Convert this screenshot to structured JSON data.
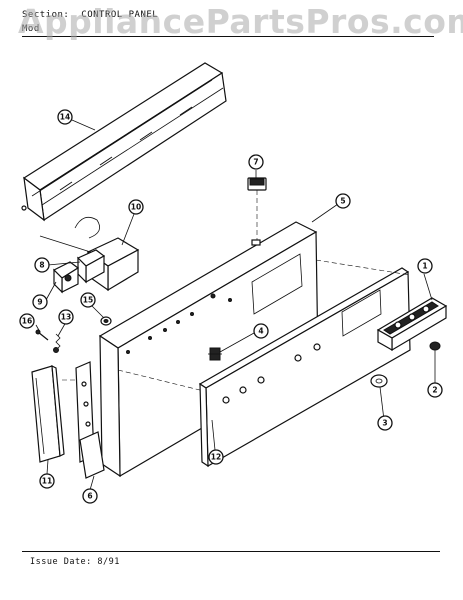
{
  "header": {
    "section_label": "Section:",
    "section_value": "CONTROL PANEL",
    "model_label": "Mod",
    "model_value": ""
  },
  "watermark": "AppliancePartsPros.com",
  "footer": {
    "issue_date": "Issue Date: 8/91"
  },
  "callouts": [
    "1",
    "2",
    "3",
    "4",
    "5",
    "6",
    "7",
    "8",
    "9",
    "10",
    "11",
    "12",
    "13",
    "14",
    "15",
    "16"
  ],
  "colors": {
    "ink": "#111111",
    "paper": "#ffffff",
    "watermark": "#aaaaaa"
  }
}
